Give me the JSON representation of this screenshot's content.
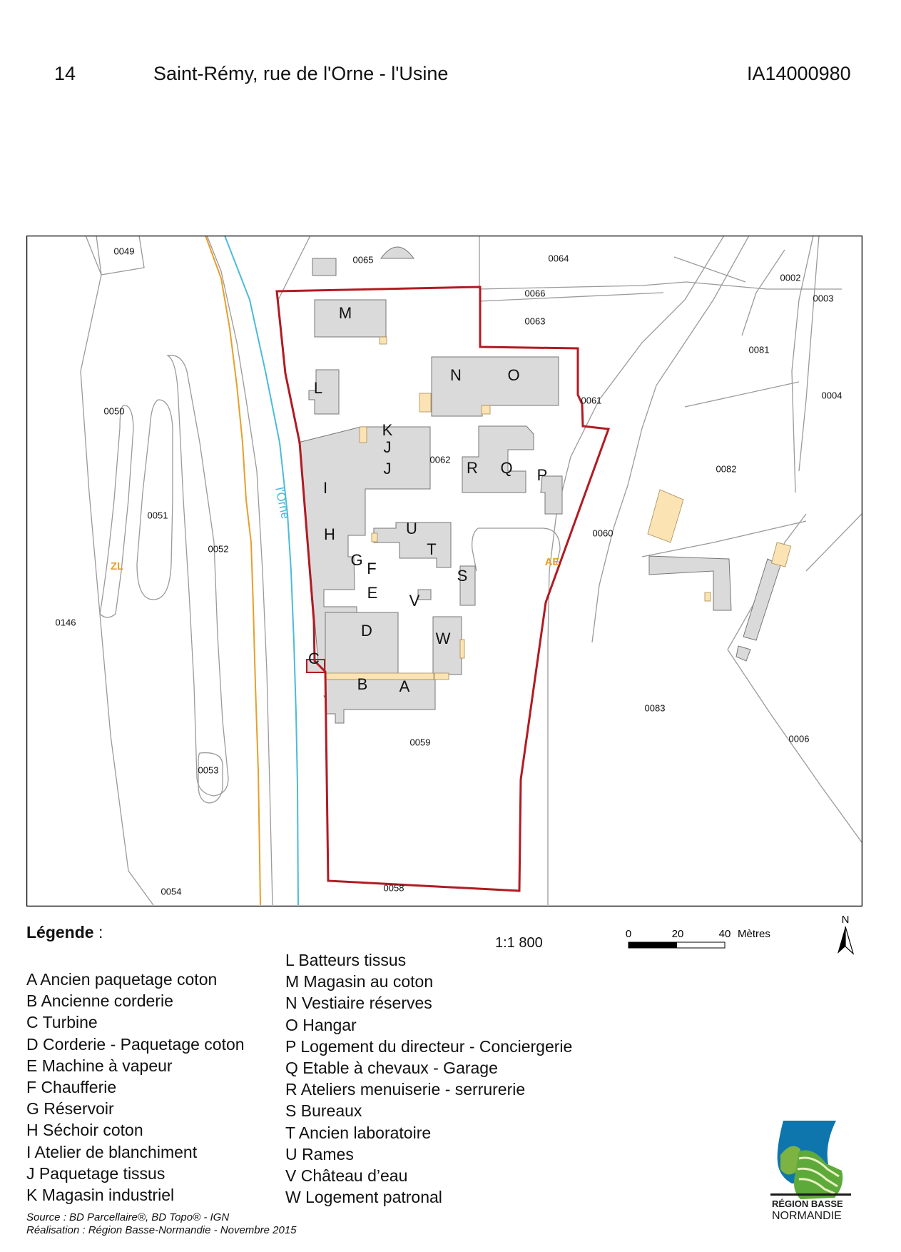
{
  "header": {
    "page_number": "14",
    "title": "Saint-Rémy, rue de l'Orne - l'Usine",
    "reference": "IA14000980"
  },
  "map": {
    "parcels": [
      "0049",
      "0065",
      "0064",
      "0066",
      "0063",
      "0002",
      "0003",
      "0081",
      "0004",
      "0061",
      "0050",
      "0062",
      "0082",
      "0051",
      "0052",
      "0060",
      "0146",
      "0083",
      "0006",
      "0053",
      "0059",
      "0054",
      "0058"
    ],
    "buildings": [
      "M",
      "L",
      "N",
      "O",
      "K",
      "J",
      "J",
      "R",
      "Q",
      "P",
      "I",
      "H",
      "U",
      "T",
      "G",
      "F",
      "S",
      "E",
      "V",
      "D",
      "W",
      "C",
      "B",
      "A"
    ],
    "river_label": "l'Orne",
    "sections": [
      "ZL",
      "AE"
    ],
    "colors": {
      "study_boundary": "#b11b22",
      "building": "#dadada",
      "annex": "#fbe3b4",
      "river": "#4bbbd9",
      "section_line": "#e5a02a"
    }
  },
  "legend": {
    "title": "Légende",
    "title_suffix": " :",
    "left_items": [
      "A  Ancien paquetage coton",
      "B  Ancienne corderie",
      "C  Turbine",
      "D  Corderie - Paquetage coton",
      "E  Machine à vapeur",
      "F  Chaufferie",
      "G  Réservoir",
      "H  Séchoir coton",
      "I   Atelier de blanchiment",
      "J  Paquetage tissus",
      "K  Magasin industriel"
    ],
    "right_items": [
      "L  Batteurs tissus",
      "M Magasin au coton",
      "N  Vestiaire réserves",
      "O  Hangar",
      "P  Logement du directeur - Conciergerie",
      "Q  Etable à chevaux - Garage",
      "R  Ateliers menuiserie - serrurerie",
      "S Bureaux",
      "T Ancien laboratoire",
      "U Rames",
      "V Château d’eau",
      "W  Logement patronal"
    ]
  },
  "scale": {
    "ratio": "1:1 800",
    "ticks": [
      "0",
      "20",
      "40"
    ],
    "unit": "Mètres"
  },
  "north": "N",
  "source_lines": [
    "Source : BD Parcellaire®, BD Topo® - IGN",
    "Réalisation : Région Basse-Normandie - Novembre 2015"
  ],
  "logo": {
    "line1": "RÉGION BASSE",
    "line2": "NORMANDIE"
  }
}
